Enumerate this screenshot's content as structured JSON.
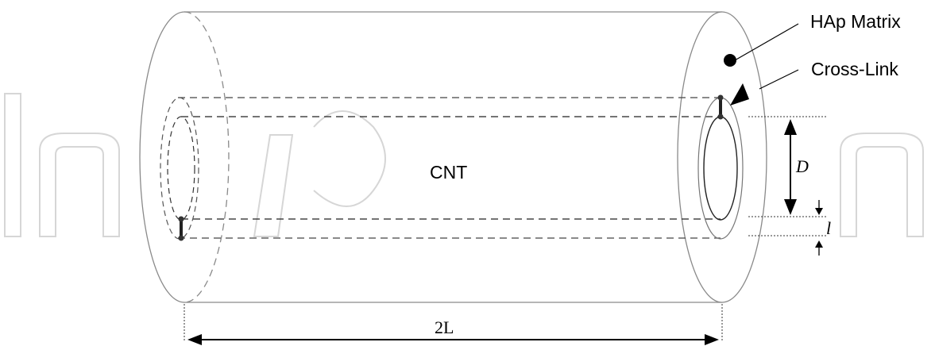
{
  "labels": {
    "hap_matrix": "HAp Matrix",
    "cross_link": "Cross-Link",
    "cnt": "CNT",
    "diameter": "D",
    "thickness": "l",
    "length": "2L"
  },
  "colors": {
    "outline": "#8a8a8a",
    "dark": "#222222",
    "dash": "#333333",
    "watermark": "#d9d9d9"
  }
}
